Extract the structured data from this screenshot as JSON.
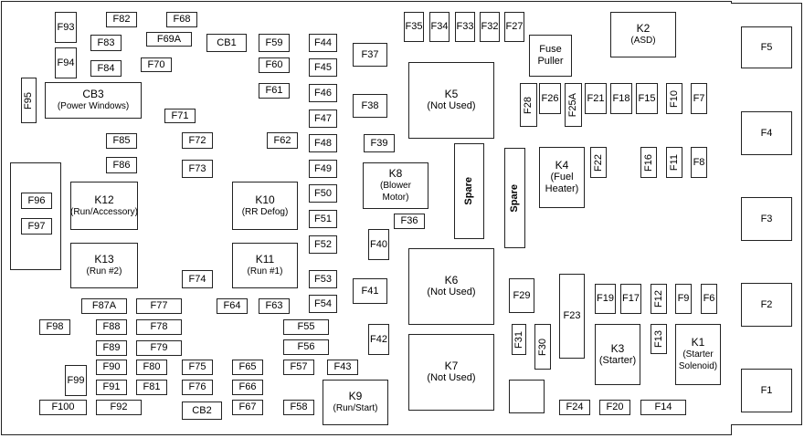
{
  "fuses": {
    "F93": "F93",
    "F82": "F82",
    "F68": "F68",
    "F83": "F83",
    "F69A": "F69A",
    "F94": "F94",
    "F84": "F84",
    "F70": "F70",
    "F95": "F95",
    "F71": "F71",
    "F85": "F85",
    "F72": "F72",
    "F86": "F86",
    "F73": "F73",
    "F96": "F96",
    "F97": "F97",
    "F74": "F74",
    "F87A": "F87A",
    "F77": "F77",
    "F98": "F98",
    "F88": "F88",
    "F78": "F78",
    "F89": "F89",
    "F79": "F79",
    "F90": "F90",
    "F80": "F80",
    "F75": "F75",
    "F65": "F65",
    "F99": "F99",
    "F91": "F91",
    "F81": "F81",
    "F76": "F76",
    "F66": "F66",
    "F100": "F100",
    "F92": "F92",
    "F67": "F67",
    "F59": "F59",
    "F60": "F60",
    "F61": "F61",
    "F62": "F62",
    "F64": "F64",
    "F63": "F63",
    "F44": "F44",
    "F45": "F45",
    "F46": "F46",
    "F47": "F47",
    "F48": "F48",
    "F49": "F49",
    "F50": "F50",
    "F51": "F51",
    "F52": "F52",
    "F53": "F53",
    "F54": "F54",
    "F55": "F55",
    "F56": "F56",
    "F57": "F57",
    "F58": "F58",
    "F43": "F43",
    "F37": "F37",
    "F38": "F38",
    "F39": "F39",
    "F36": "F36",
    "F40": "F40",
    "F41": "F41",
    "F42": "F42",
    "F35": "F35",
    "F34": "F34",
    "F33": "F33",
    "F32": "F32",
    "F27": "F27",
    "F28": "F28",
    "F26": "F26",
    "F25A": "F25A",
    "F21": "F21",
    "F18": "F18",
    "F15": "F15",
    "F10": "F10",
    "F7": "F7",
    "F22": "F22",
    "F16": "F16",
    "F11": "F11",
    "F8": "F8",
    "F29": "F29",
    "F23": "F23",
    "F19": "F19",
    "F17": "F17",
    "F12": "F12",
    "F9": "F9",
    "F6": "F6",
    "F13": "F13",
    "F31": "F31",
    "F30": "F30",
    "F24": "F24",
    "F20": "F20",
    "F14": "F14",
    "F5": "F5",
    "F4": "F4",
    "F3": "F3",
    "F2": "F2",
    "F1": "F1"
  },
  "breakers": {
    "CB1": "CB1",
    "CB2": "CB2"
  },
  "relays": {
    "CB3": {
      "name": "CB3",
      "desc": "(Power Windows)"
    },
    "K12": {
      "name": "K12",
      "desc": "(Run/Accessory)"
    },
    "K13": {
      "name": "K13",
      "desc": "(Run #2)"
    },
    "K10": {
      "name": "K10",
      "desc": "(RR Defog)"
    },
    "K11": {
      "name": "K11",
      "desc": "(Run #1)"
    },
    "K8": {
      "name": "K8",
      "desc1": "(Blower",
      "desc2": "Motor)"
    },
    "K9": {
      "name": "K9",
      "desc": "(Run/Start)"
    },
    "K5": {
      "name": "K5",
      "desc": "(Not Used)"
    },
    "K6": {
      "name": "K6",
      "desc": "(Not Used)"
    },
    "K7": {
      "name": "K7",
      "desc": "(Not Used)"
    },
    "K2": {
      "name": "K2",
      "desc": "(ASD)"
    },
    "K4": {
      "name": "K4",
      "desc1": "(Fuel",
      "desc2": "Heater)"
    },
    "K3": {
      "name": "K3",
      "desc": "(Starter)"
    },
    "K1": {
      "name": "K1",
      "desc1": "(Starter",
      "desc2": "Solenoid)"
    }
  },
  "fuse_puller": {
    "line1": "Fuse",
    "line2": "Puller"
  },
  "spare": "Spare"
}
